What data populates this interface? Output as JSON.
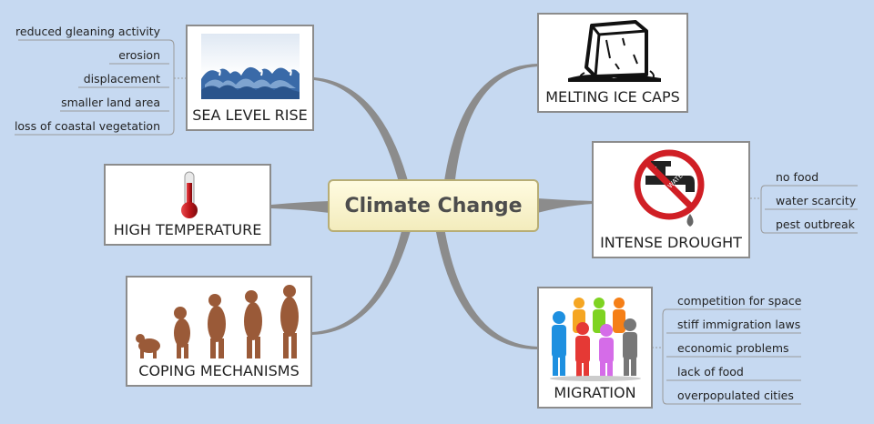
{
  "center": {
    "label": "Climate Change"
  },
  "topics": {
    "sea_level_rise": {
      "label": "SEA LEVEL RISE",
      "items": [
        "reduced gleaning activity",
        "erosion",
        "displacement",
        "smaller land area",
        "loss of coastal vegetation"
      ]
    },
    "high_temperature": {
      "label": "HIGH TEMPERATURE"
    },
    "coping_mechanisms": {
      "label": "COPING MECHANISMS"
    },
    "melting_ice_caps": {
      "label": "MELTING ICE CAPS"
    },
    "intense_drought": {
      "label": "INTENSE DROUGHT",
      "sign_text": "SAVE WATER",
      "items": [
        "no food",
        "water scarcity",
        "pest outbreak"
      ]
    },
    "migration": {
      "label": "MIGRATION",
      "items": [
        "competition for space",
        "stiff immigration laws",
        "economic problems",
        "lack of food",
        "overpopulated cities"
      ]
    }
  },
  "colors": {
    "background": "#c6d9f1",
    "branch": "#8c8c8c",
    "center_fill": "#f7f1c8",
    "thermometer": "#c0161b",
    "no_sign": "#d01f25",
    "wave": "#3a6aa8"
  }
}
